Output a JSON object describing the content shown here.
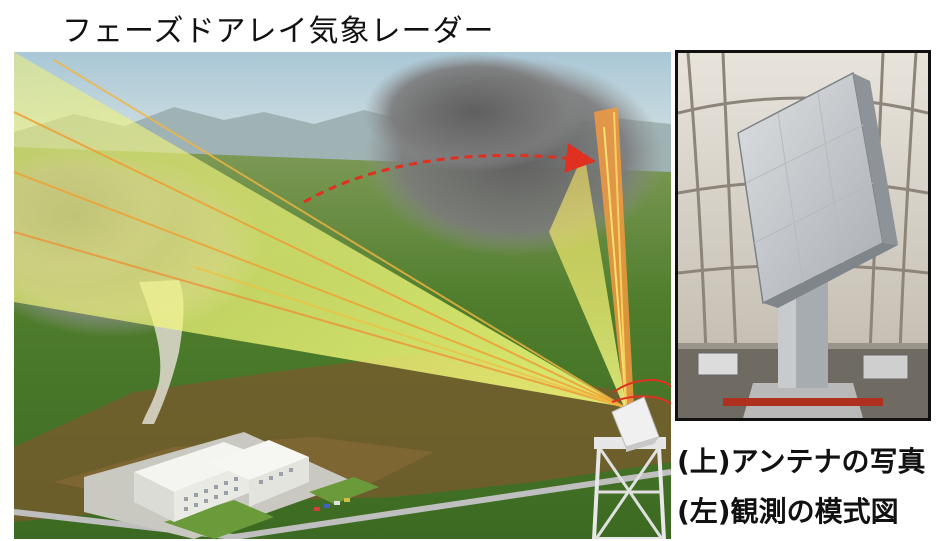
{
  "title": "フェーズドアレイ気象レーダー",
  "captions": {
    "antenna_photo": "(上)アンテナの写真",
    "observation_diagram": "(左)観測の模式図"
  },
  "colors": {
    "beam_yellow": "#e8f070",
    "beam_orange": "#f0a030",
    "arrow_red": "#e03020",
    "grass": "#4f7d2c",
    "sky": "#bcd4de"
  }
}
